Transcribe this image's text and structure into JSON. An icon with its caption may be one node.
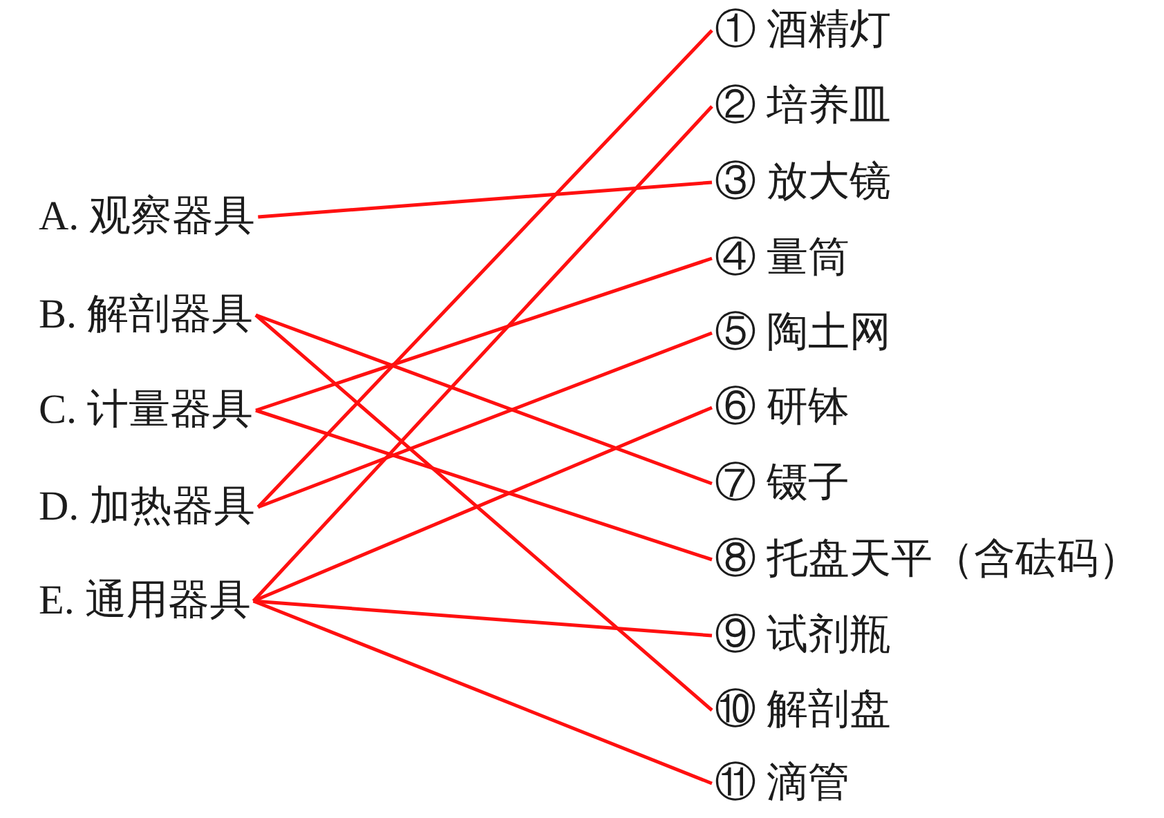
{
  "diagram": {
    "nodes": [
      {
        "text": [
          "A. 观察器具"
        ]
      },
      {
        "text": [
          "B. 解剖器具"
        ]
      },
      {
        "text": [
          "C. 计量器具"
        ]
      },
      {
        "text": [
          "D. 加热器具"
        ]
      },
      {
        "text": [
          "E. 通用器具"
        ]
      },
      {
        "text": [
          "① 酒精灯"
        ]
      },
      {
        "text": [
          "② 培养皿"
        ]
      },
      {
        "text": [
          "③ 放大镜"
        ]
      },
      {
        "text": [
          "④ 量筒"
        ]
      },
      {
        "text": [
          "⑤ 陶土网"
        ]
      },
      {
        "text": [
          "⑥ 研钵"
        ]
      },
      {
        "text": [
          "⑦ 镊子"
        ]
      },
      {
        "text": [
          "⑧ 托盘天平（含砝码）"
        ]
      },
      {
        "text": [
          "⑨ 试剂瓶"
        ]
      },
      {
        "text": [
          "⑩ 解剖盘"
        ]
      },
      {
        "text": [
          "⑪ 滴管"
        ]
      }
    ],
    "edges": [
      {
        "from": 0,
        "to": 7,
        "arrow": "none"
      },
      {
        "from": 1,
        "to": 11,
        "arrow": "none"
      },
      {
        "from": 1,
        "to": 14,
        "arrow": "none"
      },
      {
        "from": 2,
        "to": 8,
        "arrow": "none"
      },
      {
        "from": 2,
        "to": 12,
        "arrow": "none"
      },
      {
        "from": 3,
        "to": 5,
        "arrow": "none"
      },
      {
        "from": 3,
        "to": 9,
        "arrow": "none"
      },
      {
        "from": 4,
        "to": 6,
        "arrow": "none"
      },
      {
        "from": 4,
        "to": 10,
        "arrow": "none"
      },
      {
        "from": 4,
        "to": 13,
        "arrow": "none"
      },
      {
        "from": 4,
        "to": 15,
        "arrow": "none"
      }
    ]
  }
}
